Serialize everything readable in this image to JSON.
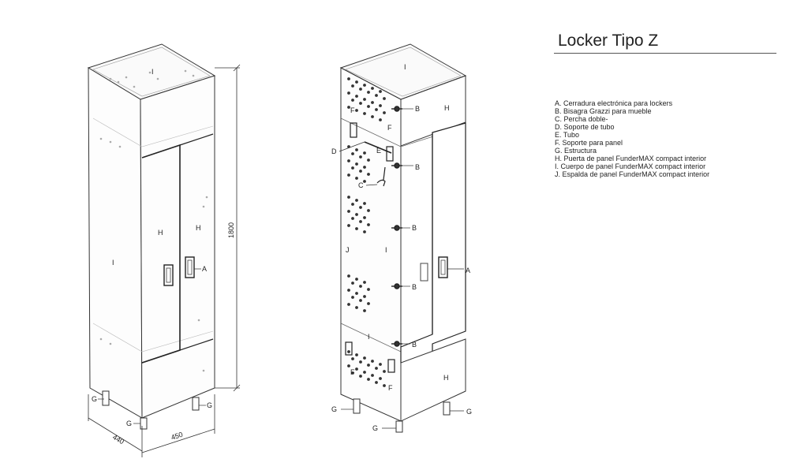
{
  "title": "Locker Tipo Z",
  "legend": [
    "A. Cerradura electrónica para lockers",
    "B. Bisagra Grazzi para mueble",
    "C. Percha doble-",
    "D. Soporte de tubo",
    "E. Tubo",
    "F. Soporte para panel",
    "G. Estructura",
    "H. Puerta de panel FunderMAX compact interior",
    "I.  Cuerpo de panel FunderMAX compact interior",
    "J. Espalda de panel FunderMAX compact interior"
  ],
  "dimensions": {
    "height": "1800",
    "depth": "440",
    "width": "450"
  },
  "labels": {
    "a": "A",
    "b": "B",
    "c": "C",
    "d": "D",
    "e": "E",
    "f": "F",
    "g": "G",
    "h": "H",
    "i": "I",
    "j": "J"
  }
}
